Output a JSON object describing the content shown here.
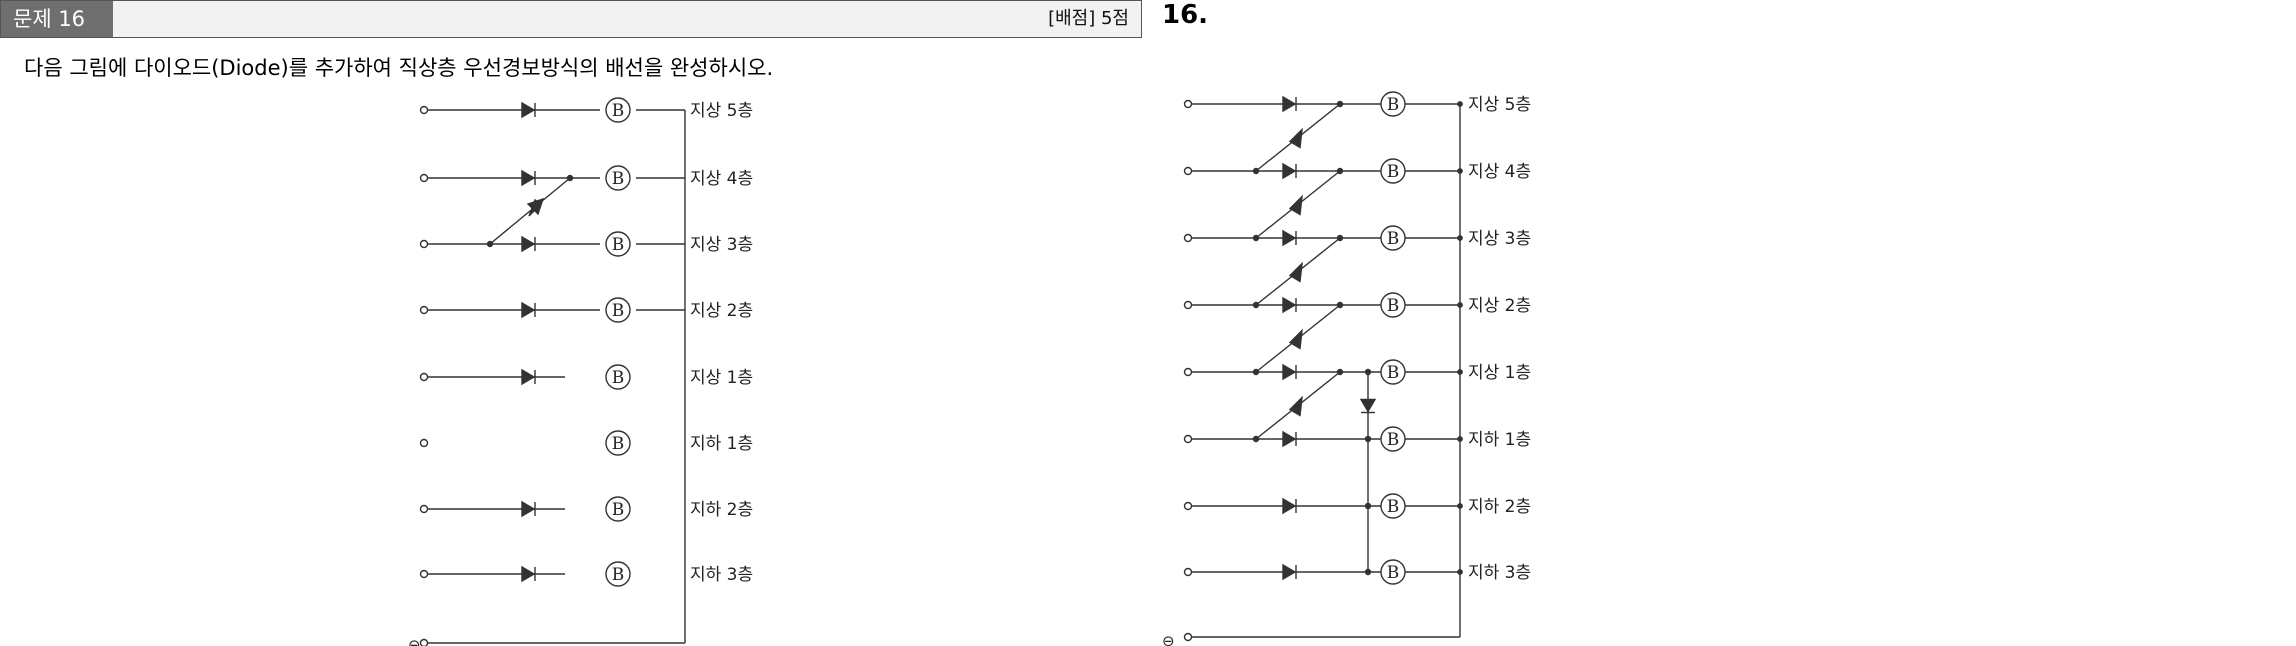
{
  "header": {
    "problem_label": "문제 16",
    "points_label": "[배점] 5점"
  },
  "question": {
    "instruction": "다음 그림에 다이오드(Diode)를 추가하여 직상층 우선경보방식의 배선을 완성하시오."
  },
  "answer": {
    "number": "16."
  },
  "diagram": {
    "floors": [
      "지상 5층",
      "지상 4층",
      "지상 3층",
      "지상 2층",
      "지상 1층",
      "지하 1층",
      "지하 2층",
      "지하 3층"
    ],
    "answer_floors": [
      "지상 5층",
      "지상 4층",
      "지상 3층",
      "지상 2층",
      "지상 1층",
      "지하 1층",
      "지하 2층",
      "지하 3층"
    ],
    "bell_symbol": "B",
    "common_symbol": "⊖"
  }
}
